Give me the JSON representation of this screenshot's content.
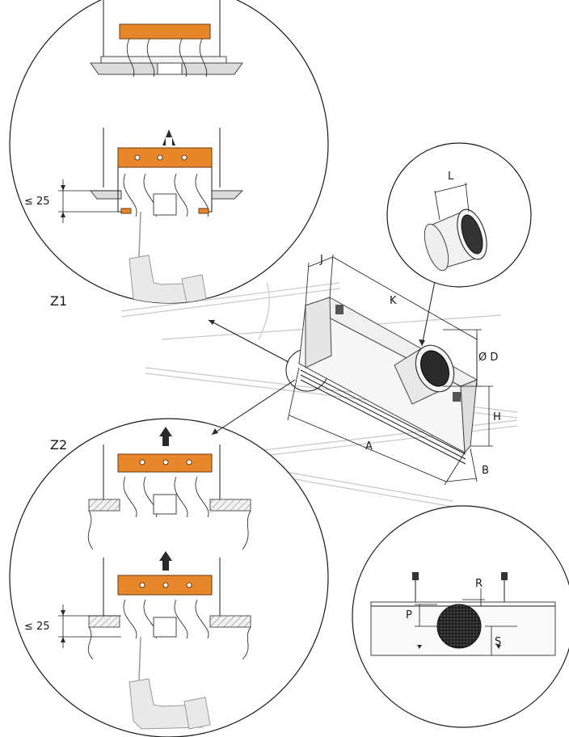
{
  "labels": {
    "detail1": "Z1",
    "detail2": "Z2",
    "gap_top": "≤ 25",
    "gap_bottom": "≤ 25",
    "dim_A": "A",
    "dim_B": "B",
    "dim_D": "Ø D",
    "dim_H": "H",
    "dim_J": "J",
    "dim_K": "K",
    "dim_L": "L",
    "dim_P": "P",
    "dim_R": "R",
    "dim_S": "S"
  },
  "colors": {
    "bracket": "#e8862a",
    "line": "#1a1a1a",
    "ceiling": "#c8c8c8"
  }
}
